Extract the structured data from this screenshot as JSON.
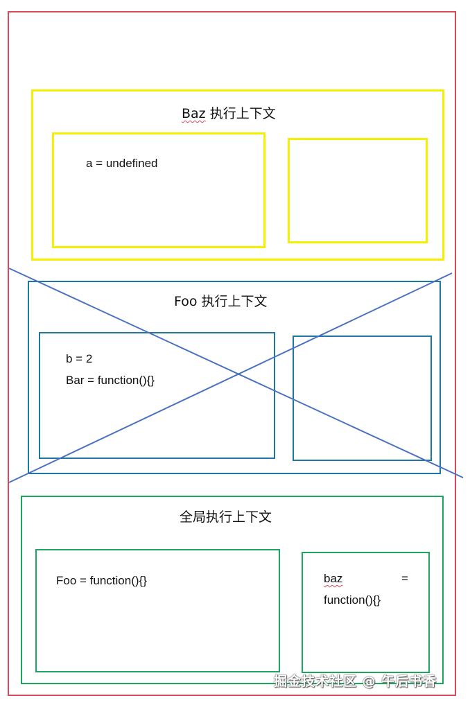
{
  "baz_context": {
    "title_name": "Baz",
    "title_suffix": "执行上下文",
    "left_line1": "a = undefined"
  },
  "foo_context": {
    "title": "Foo  执行上下文",
    "left_line1": "b = 2",
    "left_line2": "Bar = function(){}"
  },
  "global_context": {
    "title": "全局执行上下文",
    "left_line1": "Foo = function(){}",
    "right_name": "baz",
    "right_eq": "=",
    "right_value": "function(){}"
  },
  "watermark": "掘金技术社区 @ 午后书香",
  "colors": {
    "outer_border": "#d9485b",
    "baz": "#f4f000",
    "foo": "#1c77a5",
    "global": "#1ca75e",
    "cross_lines": "#4a72c0"
  }
}
